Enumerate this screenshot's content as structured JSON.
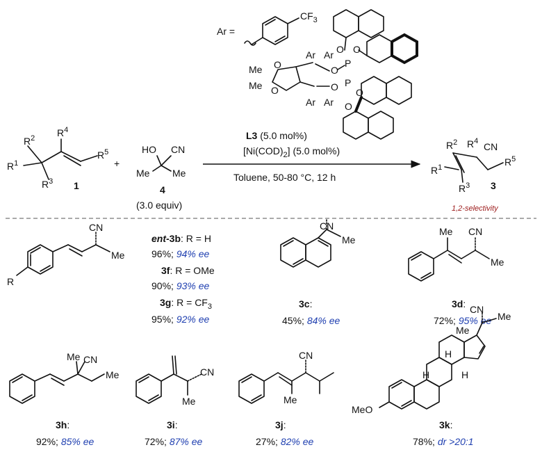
{
  "scheme": {
    "ar_label": "Ar =",
    "cf3": "CF",
    "cf3_sub": "3",
    "ligand_o": "O",
    "ligand_p": "P",
    "ligand_ar": "Ar",
    "ligand_me": "Me",
    "reactant1": {
      "r1": "R",
      "r2": "R",
      "r3": "R",
      "r4": "R",
      "r5": "R",
      "number": "1",
      "sup1": "1",
      "sup2": "2",
      "sup3": "3",
      "sup4": "4",
      "sup5": "5"
    },
    "plus": "+",
    "reactant4": {
      "ho": "HO",
      "cn": "CN",
      "me1": "Me",
      "me2": "Me",
      "number": "4",
      "equiv": "(3.0 equiv)"
    },
    "conditions": {
      "ligand_name": "L3",
      "ligand_loading": " (5.0 mol%)",
      "catalyst": "[Ni(COD)",
      "catalyst_sub": "2",
      "catalyst_loading": "] (5.0 mol%)",
      "solvent": "Toluene, 50-80 °C, 12 h"
    },
    "product": {
      "r1": "R",
      "r2": "R",
      "r3": "R",
      "r4": "R",
      "r5": "R",
      "cn": "CN",
      "number": "3",
      "sup1": "1",
      "sup2": "2",
      "sup3": "3",
      "sup4": "4",
      "sup5": "5"
    },
    "selectivity": "1,2-selectivity"
  },
  "products": [
    {
      "id": "ent-3b",
      "label_prefix": "ent",
      "label_num": "-3b",
      "desc": ": R = H",
      "yield": "96%;",
      "ee": "94% ee"
    },
    {
      "id": "3f",
      "label_num": "3f",
      "desc": ": R = OMe",
      "yield": "90%;",
      "ee": "93% ee"
    },
    {
      "id": "3g",
      "label_num": "3g",
      "desc": ": R = CF",
      "desc_sub": "3",
      "yield": "95%;",
      "ee": "92% ee"
    },
    {
      "id": "3c",
      "label_num": "3c",
      "desc": ":",
      "yield": "45%;",
      "ee": "84% ee"
    },
    {
      "id": "3d",
      "label_num": "3d",
      "desc": ":",
      "yield": "72%;",
      "ee": "95% ee"
    },
    {
      "id": "3h",
      "label_num": "3h",
      "desc": ":",
      "yield": "92%;",
      "ee": "85% ee"
    },
    {
      "id": "3i",
      "label_num": "3i",
      "desc": ":",
      "yield": "72%;",
      "ee": "87% ee"
    },
    {
      "id": "3j",
      "label_num": "3j",
      "desc": ":",
      "yield": "27%;",
      "ee": "82% ee"
    },
    {
      "id": "3k",
      "label_num": "3k",
      "desc": ":",
      "yield": "78%;",
      "ee": "dr >20:1"
    }
  ],
  "structure_labels": {
    "cn": "CN",
    "me": "Me",
    "r": "R",
    "h": "H",
    "meo": "MeO"
  }
}
